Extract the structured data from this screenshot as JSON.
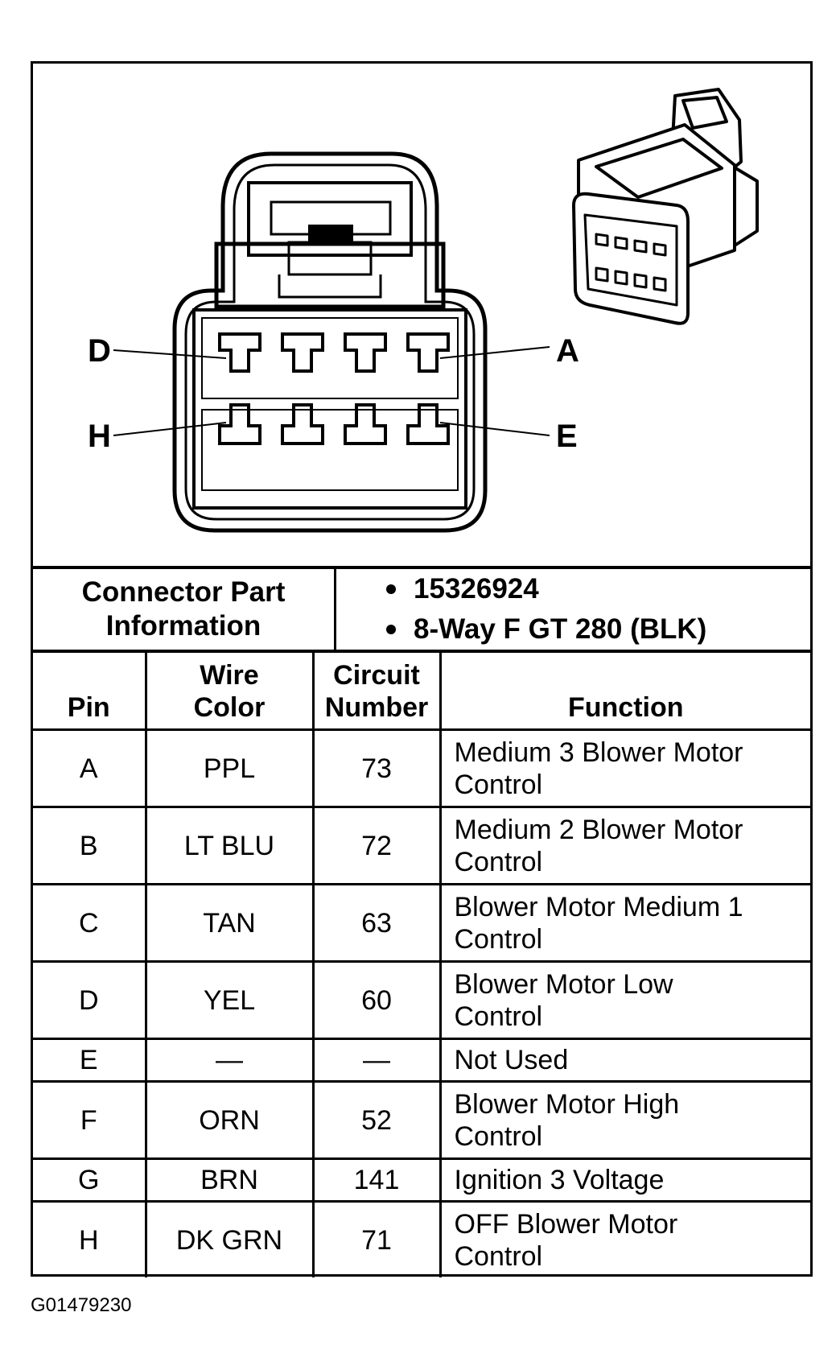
{
  "diagram": {
    "pin_callouts": {
      "top_left": "D",
      "top_right": "A",
      "bottom_left": "H",
      "bottom_right": "E"
    }
  },
  "connector_info": {
    "label_line1": "Connector Part",
    "label_line2": "Information",
    "part_number": "15326924",
    "description": "8-Way F GT 280 (BLK)"
  },
  "table": {
    "headers": {
      "pin": "Pin",
      "wire_color_line1": "Wire",
      "wire_color_line2": "Color",
      "circuit_line1": "Circuit",
      "circuit_line2": "Number",
      "function": "Function"
    },
    "rows": [
      {
        "pin": "A",
        "wire": "PPL",
        "circuit": "73",
        "function_line1": "Medium 3 Blower Motor",
        "function_line2": "Control"
      },
      {
        "pin": "B",
        "wire": "LT BLU",
        "circuit": "72",
        "function_line1": "Medium 2 Blower Motor",
        "function_line2": "Control"
      },
      {
        "pin": "C",
        "wire": "TAN",
        "circuit": "63",
        "function_line1": "Blower Motor Medium 1",
        "function_line2": "Control"
      },
      {
        "pin": "D",
        "wire": "YEL",
        "circuit": "60",
        "function_line1": "Blower Motor Low",
        "function_line2": "Control"
      },
      {
        "pin": "E",
        "wire": "—",
        "circuit": "—",
        "function_line1": "Not Used",
        "function_line2": ""
      },
      {
        "pin": "F",
        "wire": "ORN",
        "circuit": "52",
        "function_line1": "Blower Motor High",
        "function_line2": "Control"
      },
      {
        "pin": "G",
        "wire": "BRN",
        "circuit": "141",
        "function_line1": "Ignition 3 Voltage",
        "function_line2": ""
      },
      {
        "pin": "H",
        "wire": "DK GRN",
        "circuit": "71",
        "function_line1": "OFF Blower Motor",
        "function_line2": "Control"
      }
    ]
  },
  "footer": {
    "figure_id": "G01479230"
  }
}
